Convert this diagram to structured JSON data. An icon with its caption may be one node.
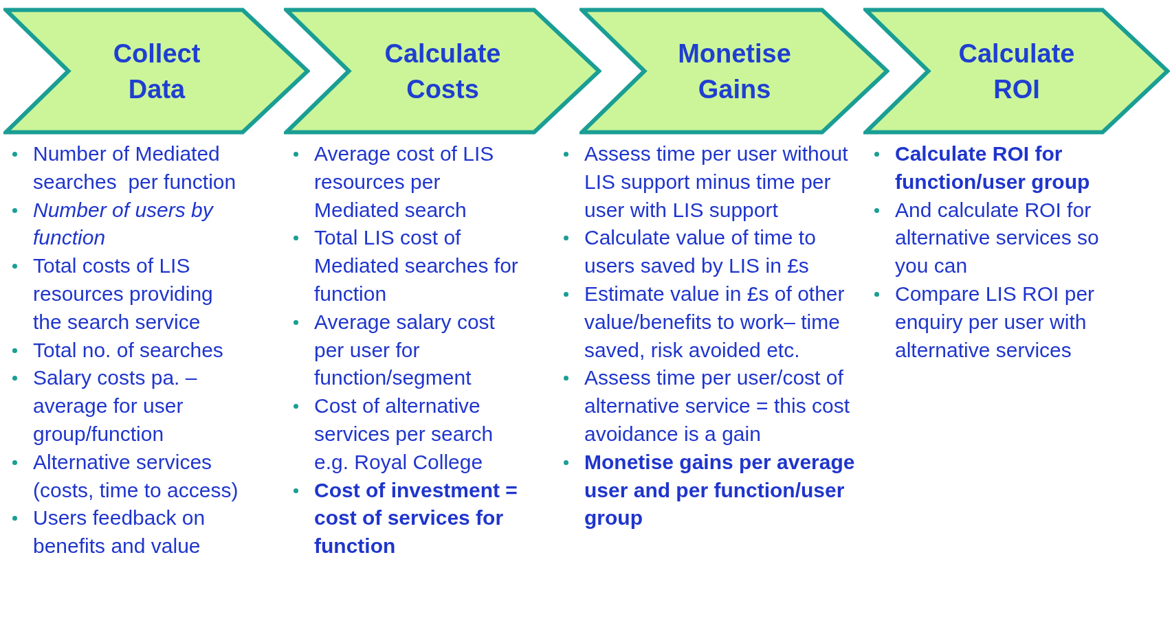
{
  "diagram": {
    "nodes": [
      {
        "text": [
          "Collect Data"
        ],
        "beside": [
          "Number of Mediated searches  per function",
          "*Number of users by function*",
          "Total costs of LIS resources providing the search service",
          "Total no. of searches",
          "Salary costs pa. – average for user group/function",
          "Alternative services (costs, time to access)",
          "Users feedback on benefits and value"
        ]
      },
      {
        "text": [
          "Calculate Costs"
        ],
        "beside": [
          "Average cost of LIS resources per Mediated search",
          "Total LIS cost of Mediated searches for function",
          "Average salary cost per user for function/segment",
          "Cost of alternative services per search e.g. Royal College",
          "**Cost of investment = cost of services for function**"
        ]
      },
      {
        "text": [
          "Monetise Gains"
        ],
        "beside": [
          "Assess time per user without LIS support minus time per user with LIS support",
          "Calculate value of time to users saved by LIS in £s",
          "Estimate value in £s of other value/benefits to work– time saved, risk avoided etc.",
          "Assess time per user/cost of alternative service = this cost avoidance is a gain",
          "**Monetise gains per average user and per function/user group**"
        ]
      },
      {
        "text": [
          "Calculate ROI"
        ],
        "beside": [
          "**Calculate ROI for function/user group**",
          "And calculate ROI for alternative services so you can",
          "Compare LIS ROI per enquiry per user with alternative services"
        ]
      }
    ]
  }
}
